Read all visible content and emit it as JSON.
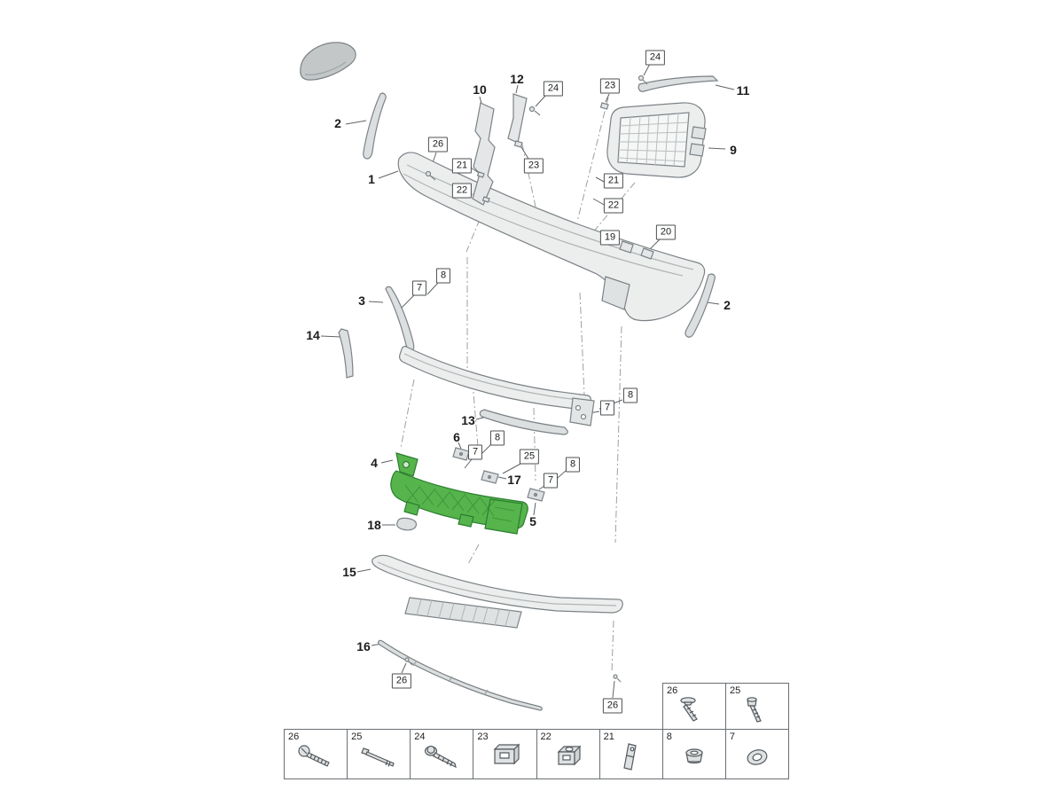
{
  "diagram": {
    "selected_part_color": "#56b44c",
    "callouts": {
      "c1": "1",
      "c2_left": "2",
      "c2_right": "2",
      "c3": "3",
      "c4": "4",
      "c5": "5",
      "c6": "6",
      "c9": "9",
      "c10": "10",
      "c11": "11",
      "c12": "12",
      "c13": "13",
      "c14": "14",
      "c15": "15",
      "c16": "16",
      "c17": "17",
      "c18": "18",
      "b7": "7",
      "b8": "8",
      "b19": "19",
      "b20": "20",
      "b21": "21",
      "b22": "22",
      "b23": "23",
      "b24": "24",
      "b25": "25",
      "b26": "26"
    }
  },
  "legend": {
    "top_cells": [
      {
        "num": "26",
        "icon": "push-rivet-icon"
      },
      {
        "num": "25",
        "icon": "bolt-icon"
      }
    ],
    "bottom_cells": [
      {
        "num": "26",
        "icon": "screw-icon"
      },
      {
        "num": "25",
        "icon": "pin-rivet-icon"
      },
      {
        "num": "24",
        "icon": "tapping-screw-icon"
      },
      {
        "num": "23",
        "icon": "clamp-icon"
      },
      {
        "num": "22",
        "icon": "cage-nut-icon"
      },
      {
        "num": "21",
        "icon": "bracket-icon"
      },
      {
        "num": "8",
        "icon": "nut-icon"
      },
      {
        "num": "7",
        "icon": "grommet-icon"
      }
    ]
  }
}
